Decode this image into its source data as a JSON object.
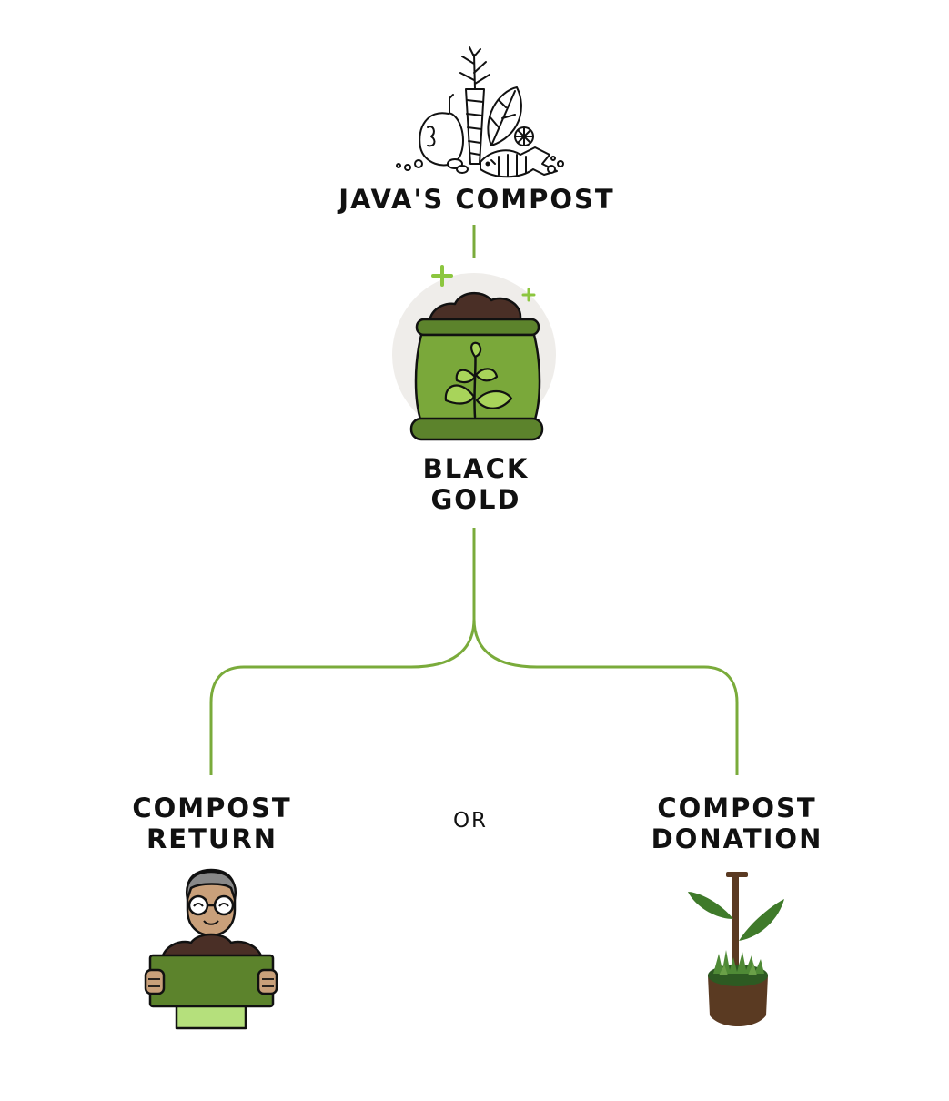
{
  "colors": {
    "connector": "#7aab3b",
    "bag_green": "#7aa83a",
    "bag_dark": "#5c832c",
    "soil": "#4a2f26",
    "ink": "#111111",
    "halo": "#efedea",
    "leaf": "#a8d45a",
    "sparkle": "#8cc63f"
  },
  "nodes": {
    "source": {
      "label": "JAVA'S COMPOST",
      "icon": "food-scraps-icon"
    },
    "product": {
      "label_line1": "BLACK",
      "label_line2": "GOLD",
      "icon": "compost-bag-icon"
    },
    "option_left": {
      "label_line1": "COMPOST",
      "label_line2": "RETURN",
      "icon": "person-holding-compost-icon"
    },
    "option_right": {
      "label_line1": "COMPOST",
      "label_line2": "DONATION",
      "icon": "seedling-in-soil-icon"
    }
  },
  "connector_word": "OR",
  "edges": [
    {
      "from": "source",
      "to": "product"
    },
    {
      "from": "product",
      "to": "option_left"
    },
    {
      "from": "product",
      "to": "option_right"
    }
  ]
}
